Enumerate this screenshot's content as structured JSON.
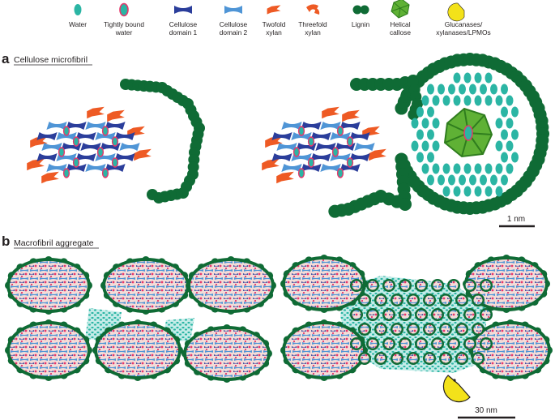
{
  "legend": {
    "items": [
      {
        "id": "water",
        "line1": "Water",
        "line2": "",
        "icon": "teal-oval-icon",
        "color": "#2bb5a4"
      },
      {
        "id": "bound",
        "line1": "Tightly bound",
        "line2": "water",
        "icon": "ringed-oval-icon",
        "color": "#2bb5a4",
        "ring": "#e5386b"
      },
      {
        "id": "cell1",
        "line1": "Cellulose",
        "line2": "domain 1",
        "icon": "dark-blue-bowtie-icon",
        "color": "#2b3e9b"
      },
      {
        "id": "cell2",
        "line1": "Cellulose",
        "line2": "domain 2",
        "icon": "light-blue-bowtie-icon",
        "color": "#4f95d6"
      },
      {
        "id": "twofold",
        "line1": "Twofold",
        "line2": "xylan",
        "icon": "orange-twofold-xylan-icon",
        "color": "#ee5a24"
      },
      {
        "id": "threefold",
        "line1": "Threefold",
        "line2": "xylan",
        "icon": "orange-threefold-xylan-icon",
        "color": "#ee5a24"
      },
      {
        "id": "lignin",
        "line1": "Lignin",
        "line2": "",
        "icon": "green-lignin-dumbbell-icon",
        "color": "#0f6b35"
      },
      {
        "id": "callose",
        "line1": "Helical",
        "line2": "callose",
        "icon": "green-pentagon-callose-icon",
        "color": "#5fb135"
      },
      {
        "id": "enzymes",
        "line1": "Glucanases/",
        "line2": "xylanases/LPMOs",
        "icon": "yellow-pacman-enzyme-icon",
        "color": "#f3e21a"
      }
    ]
  },
  "panel_a": {
    "letter": "a",
    "title": "Cellulose microfibril",
    "scale_label": "1 nm"
  },
  "panel_b": {
    "letter": "b",
    "title": "Macrofibril aggregate",
    "scale_label": "30 nm"
  },
  "colors": {
    "water": "#2bb5a4",
    "bound_ring": "#e5386b",
    "cellulose1": "#2b3e9b",
    "cellulose2": "#4f95d6",
    "xylan": "#ee5a24",
    "lignin": "#0f6b35",
    "callose": "#5fb135",
    "callose_dark": "#2f7d1e",
    "enzyme": "#f3e21a",
    "matrix": "#f7e7e2",
    "interstitial": "#9fdbd6"
  }
}
